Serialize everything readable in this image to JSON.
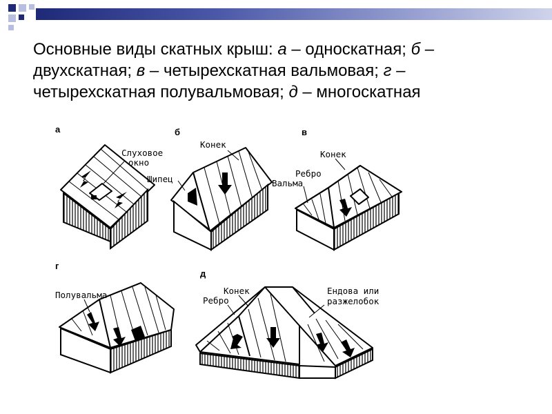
{
  "slide": {
    "title_parts": [
      {
        "text": "Основные виды скатных крыш: ",
        "italic": false
      },
      {
        "text": "а",
        "italic": true
      },
      {
        "text": " – односкатная; ",
        "italic": false
      },
      {
        "text": "б",
        "italic": true
      },
      {
        "text": " – двухскатная; ",
        "italic": false
      },
      {
        "text": "в",
        "italic": true
      },
      {
        "text": " – четырехскатная вальмовая; ",
        "italic": false
      },
      {
        "text": "г",
        "italic": true
      },
      {
        "text": " – четырехскатная полувальмовая; ",
        "italic": false
      },
      {
        "text": "д",
        "italic": true
      },
      {
        "text": " – многоскатная",
        "italic": false
      }
    ]
  },
  "figures": {
    "a": {
      "letter": "а",
      "labels": {
        "dormer_1": "Слуховое",
        "dormer_2": "окно"
      }
    },
    "b": {
      "letter": "б",
      "labels": {
        "ridge": "Конек",
        "gable": "Шипец"
      }
    },
    "v": {
      "letter": "в",
      "labels": {
        "ridge": "Конек",
        "rib": "Ребро",
        "hip": "Вальма"
      }
    },
    "g": {
      "letter": "г",
      "labels": {
        "half_hip": "Полувальма"
      }
    },
    "d": {
      "letter": "д",
      "labels": {
        "ridge": "Конек",
        "rib": "Ребро",
        "valley_1": "Ендова или",
        "valley_2": "разжелобок"
      }
    }
  },
  "colors": {
    "accent": "#1e2a78",
    "square_dark": "#1e2a78",
    "square_light": "#b8bedf"
  }
}
